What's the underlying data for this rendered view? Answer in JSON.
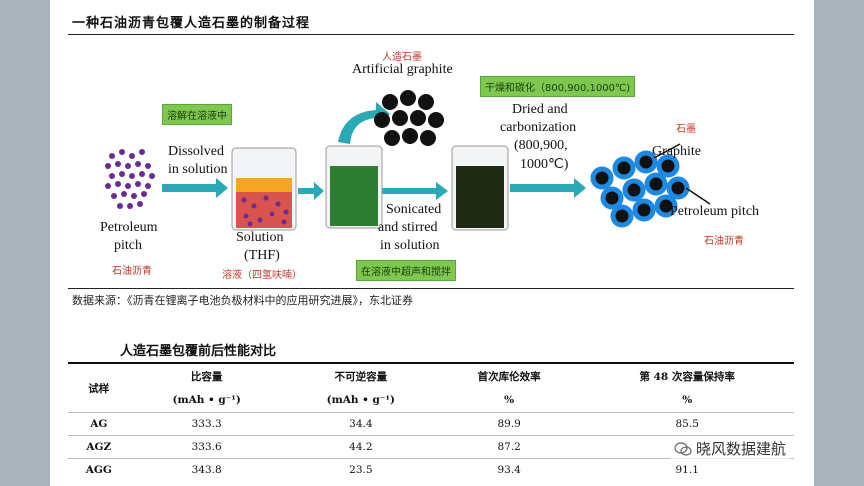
{
  "document": {
    "title": "一种石油沥青包覆人造石墨的制备过程",
    "source": "数据来源：《沥青在锂离子电池负极材料中的应用研究进展》，东北证券",
    "table_title": "人造石墨包覆前后性能对比"
  },
  "figure": {
    "labels": {
      "artificial_graphite_cn": "人造石墨",
      "artificial_graphite_en": "Artificial graphite",
      "dissolve_cn": "溶解在溶液中",
      "dissolve_en_1": "Dissolved",
      "dissolve_en_2": "in solution",
      "petroleum_en_1": "Petroleum",
      "petroleum_en_2": "pitch",
      "petroleum_cn": "石油沥青",
      "solution_en_1": "Solution",
      "solution_en_2": "(THF)",
      "solution_cn": "溶液（四氢呋喃）",
      "sonicated_en_1": "Sonicated",
      "sonicated_en_2": "and stirred",
      "sonicated_en_3": "in solution",
      "sonicated_cn": "在溶液中超声和搅拌",
      "dried_cn": "干燥和碳化（800,900,1000℃)",
      "dried_en_1": "Dried and",
      "dried_en_2": "carbonization",
      "dried_en_3": "(800,900,",
      "dried_en_4": "1000℃)",
      "graphite_cn": "石墨",
      "graphite_en": "Graphite",
      "pitch_en": "Petroleum pitch",
      "pitch_cn": "石油沥青"
    },
    "colors": {
      "pitch_dots": "#6a2c91",
      "solution_top": "#f5a623",
      "solution_body": "#d9534f",
      "green_liquid": "#2e7d32",
      "dark_liquid": "#1e2a12",
      "arrow": "#2aa8b6",
      "graphite_shell": "#1e88e5",
      "label_box": "#7ec850"
    }
  },
  "table": {
    "headers": [
      {
        "name": "试样",
        "unit": ""
      },
      {
        "name": "比容量",
        "unit": "(mAh • g⁻¹)"
      },
      {
        "name": "不可逆容量",
        "unit": "(mAh • g⁻¹)"
      },
      {
        "name": "首次库伦效率",
        "unit": "%"
      },
      {
        "name": "第 48 次容量保持率",
        "unit": "%"
      }
    ],
    "rows": [
      [
        "AG",
        "333.3",
        "34.4",
        "89.9",
        "85.5"
      ],
      [
        "AGZ",
        "333.6",
        "44.2",
        "87.2",
        ""
      ],
      [
        "AGG",
        "343.8",
        "23.5",
        "93.4",
        "91.1"
      ]
    ]
  },
  "watermark": {
    "text": "晓风数据建航"
  }
}
